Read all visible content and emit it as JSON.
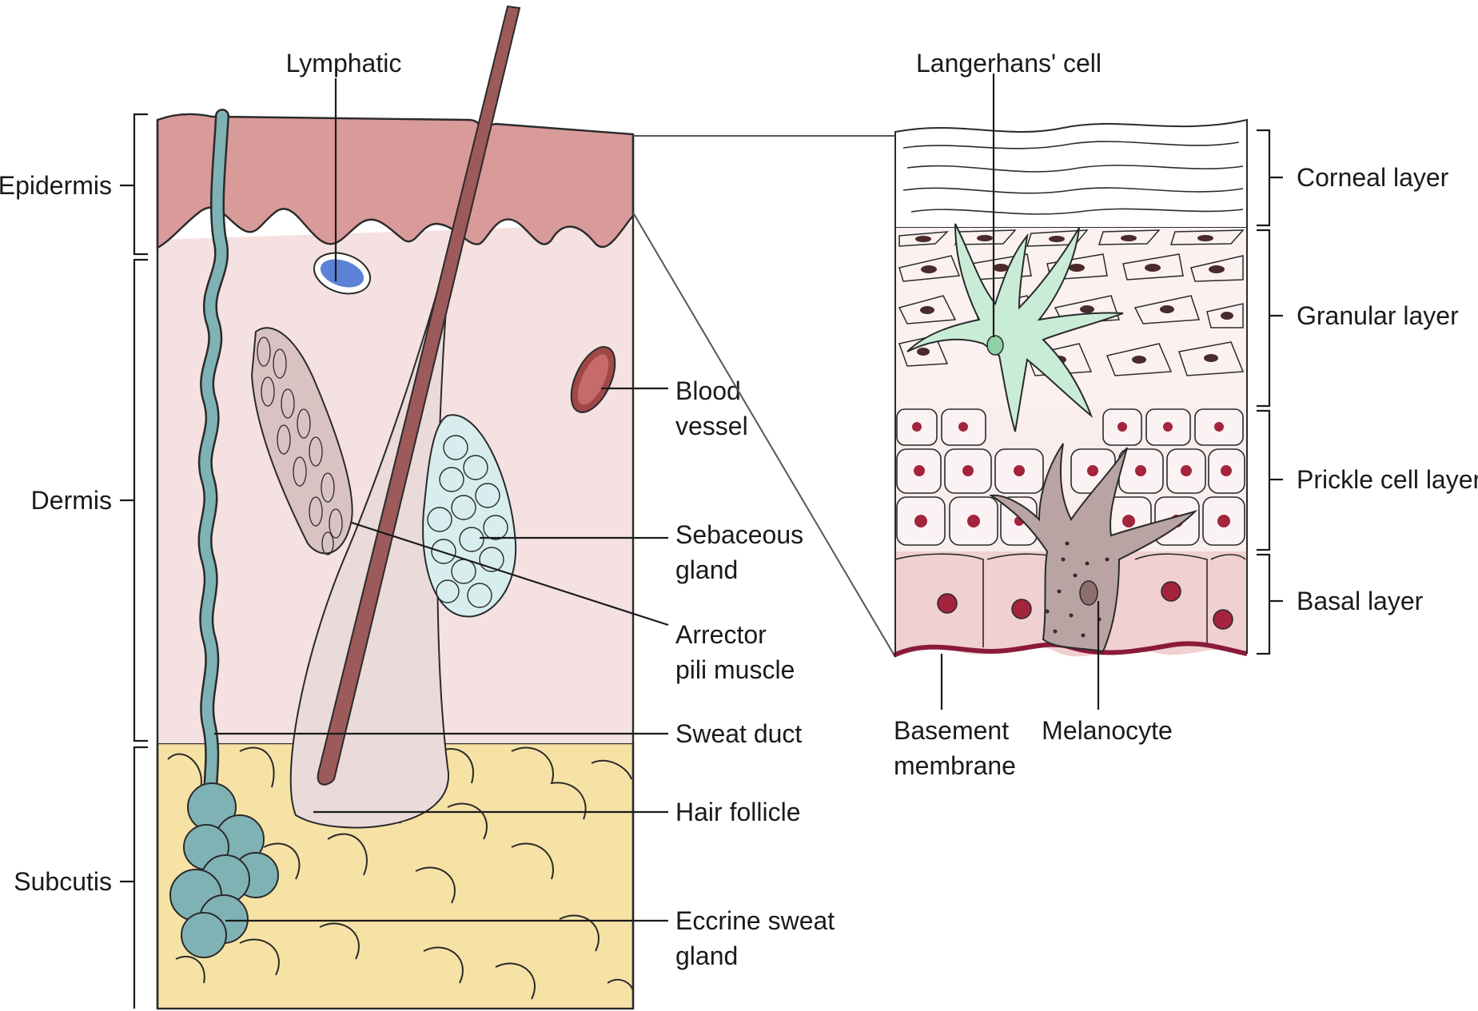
{
  "left_panel": {
    "regions": {
      "epidermis": "Epidermis",
      "dermis": "Dermis",
      "subcutis": "Subcutis"
    },
    "labels": {
      "lymphatic": "Lymphatic",
      "blood_vessel": [
        "Blood",
        "vessel"
      ],
      "sebaceous_gland": [
        "Sebaceous",
        "gland"
      ],
      "arrector_pili": [
        "Arrector",
        "pili muscle"
      ],
      "sweat_duct": "Sweat duct",
      "hair_follicle": "Hair follicle",
      "eccrine_gland": [
        "Eccrine sweat",
        "gland"
      ]
    }
  },
  "right_panel": {
    "layers": {
      "corneal": "Corneal layer",
      "granular": "Granular layer",
      "prickle": "Prickle cell layer",
      "basal": "Basal layer"
    },
    "labels": {
      "langerhans": "Langerhans' cell",
      "basement": [
        "Basement",
        "membrane"
      ],
      "melanocyte": "Melanocyte"
    }
  },
  "colors": {
    "epidermis": "#d99a9a",
    "dermis": "#f5e1e1",
    "subcutis": "#f7e2a6",
    "hair": "#9c5a5a",
    "sweat_gland": "#7fb2b5",
    "sebaceous": "#d8eeee",
    "arrector": "#d9c2c2",
    "lymphatic": "#5b82d6",
    "blood_vessel": "#a04848",
    "langerhans": "#c9ecd6",
    "melanocyte": "#b9a3a3",
    "basement": "#8b1a3a",
    "basal_cells": "#f0d0d0",
    "prickle_cells": "#f9eded",
    "nucleus": "#a3243c"
  }
}
